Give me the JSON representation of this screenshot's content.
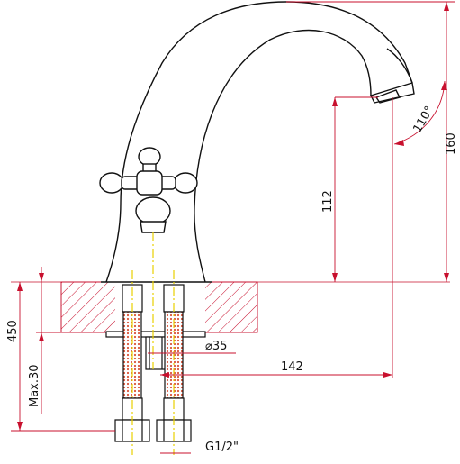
{
  "colors": {
    "outline": "#111111",
    "dimension": "#c8102e",
    "centerline": "#e8d000",
    "braid": "#d9553a",
    "hatch": "#c8102e"
  },
  "dimensions": {
    "outlet_height": "112",
    "total_height": "160",
    "spout_reach": "142",
    "hole_diameter": "⌀35",
    "hose_length": "450",
    "max_thickness": "Max.30",
    "thread": "G1/2\"",
    "swivel_angle": "110°"
  }
}
